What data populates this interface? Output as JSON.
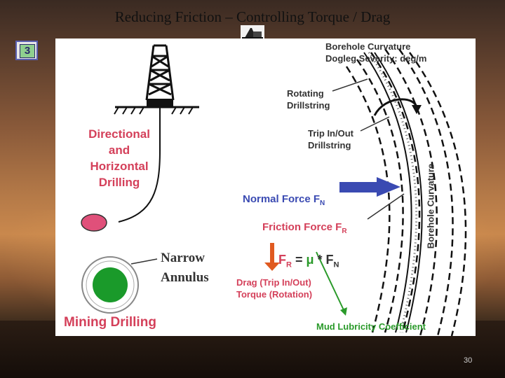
{
  "slide": {
    "title": "Reducing Friction – Controlling Torque / Drag",
    "badge": "3",
    "page_number": "30"
  },
  "diagram": {
    "directional_label": "Directional\nand\nHorizontal\nDrilling",
    "narrow_annulus_label": "Narrow\nAnnulus",
    "mining_label": "Mining Drilling",
    "borehole_curvature_top": "Borehole Curvature\nDogleg Severity: deg/m",
    "rotating_label": "Rotating\nDrillstring",
    "trip_label": "Trip In/Out\nDrillstring",
    "normal_force": {
      "text": "Normal Force F",
      "sub": "N"
    },
    "friction_force": {
      "text": "Friction Force F",
      "sub": "R"
    },
    "formula": {
      "lhs": "F",
      "lhs_sub": "R",
      "eq": " = ",
      "mu": "μ",
      "op": " * F",
      "rhs_sub": "N"
    },
    "drag_label": "Drag (Trip In/Out)\nTorque (Rotation)",
    "mud_label": "Mud Lubricity Coefficient",
    "borehole_curvature_vertical": "Borehole Curvature"
  },
  "colors": {
    "red": "#d4405a",
    "blue": "#3a4ab2",
    "green": "#2a9a2a",
    "orange": "#e05a20"
  }
}
